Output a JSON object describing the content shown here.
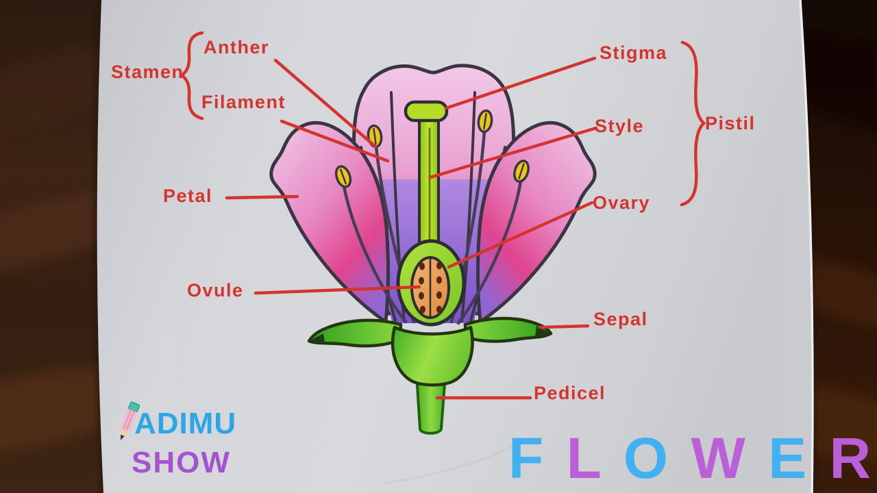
{
  "diagram": {
    "labels": {
      "stamen": "Stamen",
      "anther": "Anther",
      "filament": "Filament",
      "petal": "Petal",
      "ovule": "Ovule",
      "stigma": "Stigma",
      "style": "Style",
      "ovary": "Ovary",
      "pistil": "Pistil",
      "sepal": "Sepal",
      "pedicel": "Pedicel"
    },
    "label_color": "#d5342e",
    "colors": {
      "petal_pink": "#eba8d8",
      "petal_magenta": "#e0459a",
      "petal_purple": "#8a62d4",
      "outline_dark": "#3b3443",
      "pistil_green": "#a8d822",
      "ovary_green": "#96d22e",
      "ovule_orange": "#e89a58",
      "ovule_dots": "#5a2c14",
      "anther_yellow": "#e9c51c",
      "sepal_green": "#4fbe2e",
      "pedicel_green": "#58bd2c"
    }
  },
  "watermark": {
    "line1": "ADIMU",
    "line2": "SHOW",
    "line1_color": "#2ba7e8",
    "line2_color": "#a353cf",
    "icon": "pencil-icon"
  },
  "title": {
    "text": "FLOWER",
    "letters": [
      "F",
      "L",
      "O",
      "W",
      "E",
      "R"
    ],
    "letter_colors": [
      "#41b1f2",
      "#bb5fd8",
      "#41b1f2",
      "#bb5fd8",
      "#41b1f2",
      "#bb5fd8"
    ]
  }
}
